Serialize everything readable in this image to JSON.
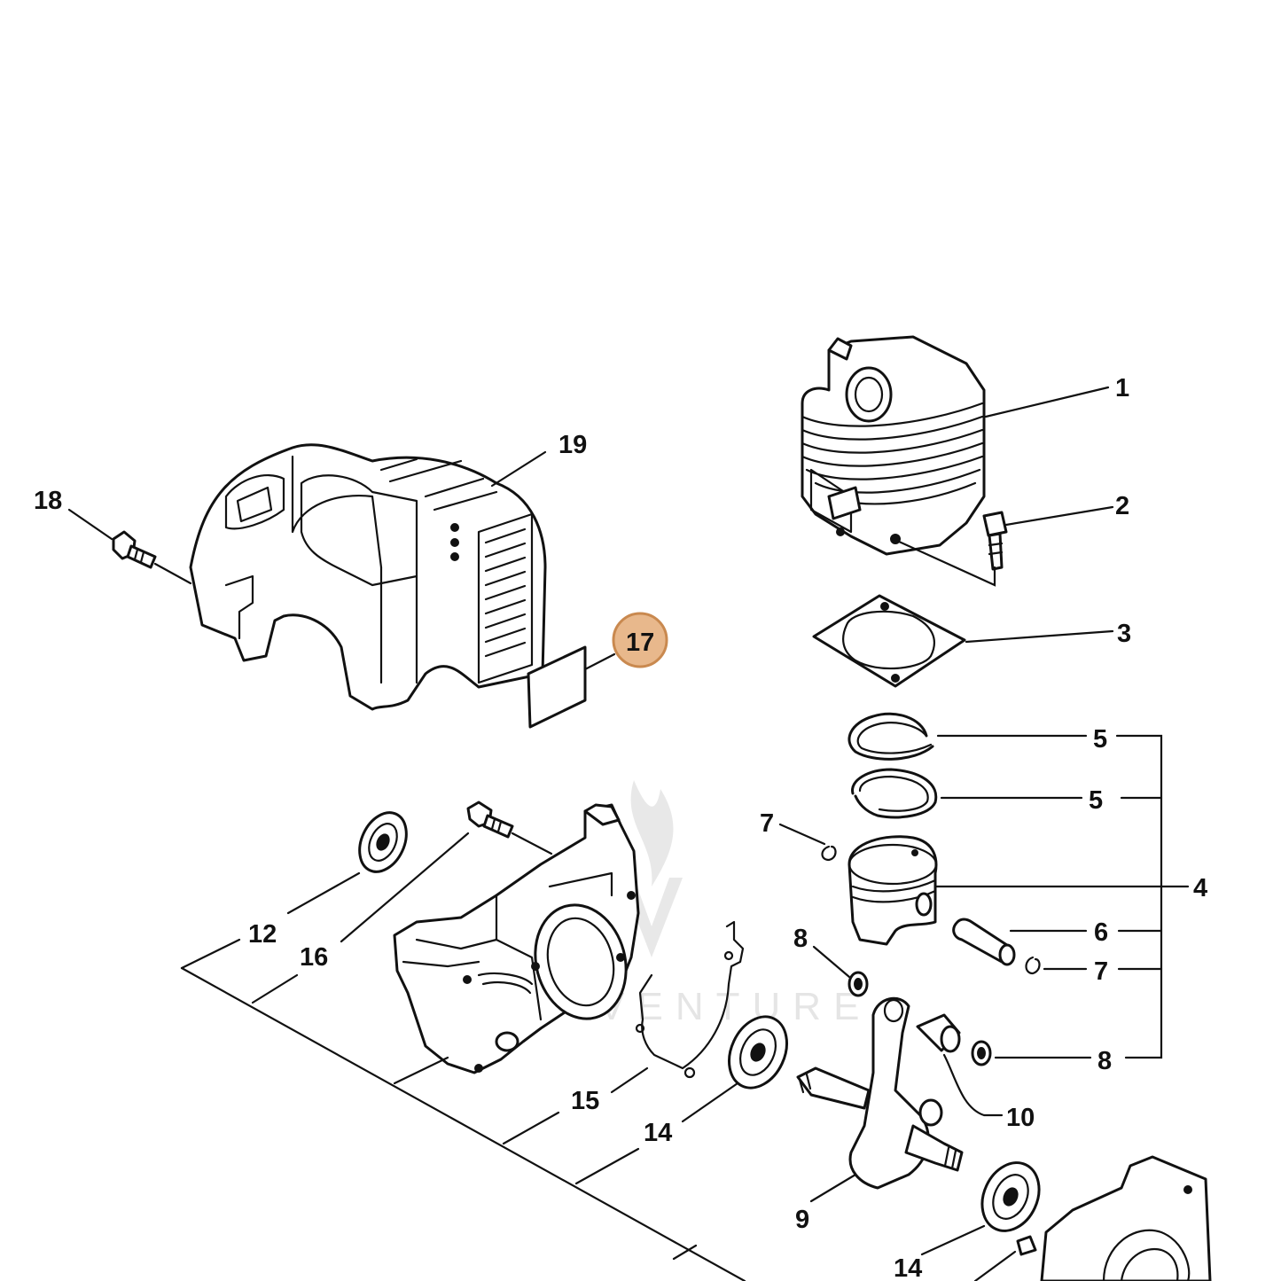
{
  "diagram": {
    "highlighted_callout": "17",
    "highlight_color": "#e8b88c",
    "highlight_border_color": "#c9894f",
    "callouts": {
      "c1": "1",
      "c2": "2",
      "c3": "3",
      "c4": "4",
      "c5a": "5",
      "c5b": "5",
      "c6": "6",
      "c7a": "7",
      "c7b": "7",
      "c8a": "8",
      "c8b": "8",
      "c9": "9",
      "c10": "10",
      "c12": "12",
      "c14a": "14",
      "c14b": "14",
      "c15": "15",
      "c16": "16",
      "c17": "17",
      "c18": "18",
      "c19": "19"
    }
  }
}
